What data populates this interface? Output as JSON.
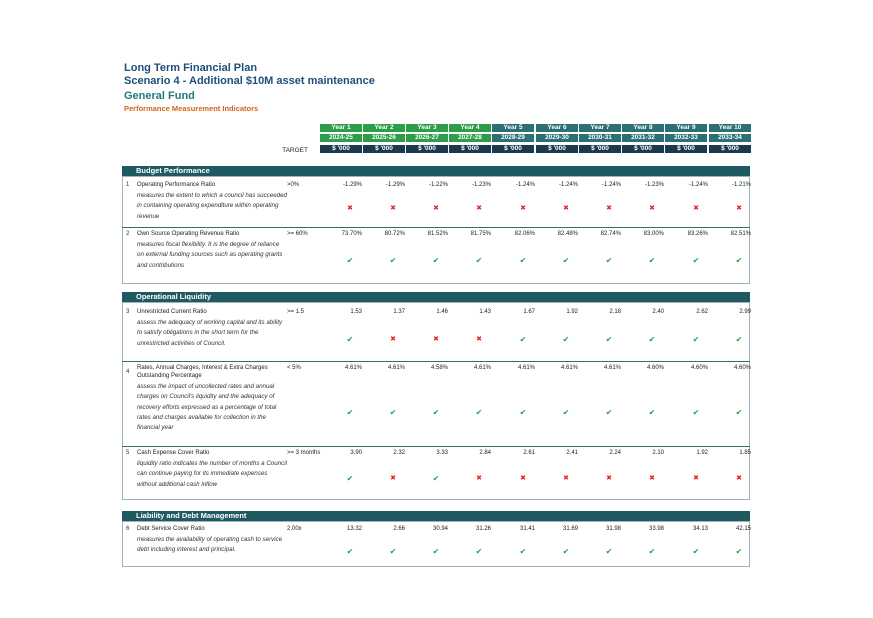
{
  "header": {
    "title": "Long Term Financial Plan",
    "scenario": "Scenario 4 - Additional $10M asset maintenance",
    "fund": "General Fund",
    "subtitle": "Performance Measurement Indicators"
  },
  "columns": {
    "target_label": "TARGET",
    "unit": "$ '000",
    "years": [
      {
        "label": "Year 1",
        "period": "2024-25"
      },
      {
        "label": "Year 2",
        "period": "2025-26"
      },
      {
        "label": "Year 3",
        "period": "2026-27"
      },
      {
        "label": "Year 4",
        "period": "2027-28"
      },
      {
        "label": "Year 5",
        "period": "2028-29"
      },
      {
        "label": "Year 6",
        "period": "2029-30"
      },
      {
        "label": "Year 7",
        "period": "2030-31"
      },
      {
        "label": "Year 8",
        "period": "2031-32"
      },
      {
        "label": "Year 9",
        "period": "2032-33"
      },
      {
        "label": "Year 10",
        "period": "2033-34"
      }
    ]
  },
  "sections": [
    {
      "title": "Budget Performance",
      "rows": [
        {
          "num": "1",
          "name": "Operating Performance Ratio",
          "desc": "measures the extent to which a council has succeeded in containing operating expenditure within operating revenue",
          "target": ">0%",
          "values": [
            "-1.29%",
            "-1.29%",
            "-1.22%",
            "-1.23%",
            "-1.24%",
            "-1.24%",
            "-1.24%",
            "-1.23%",
            "-1.24%",
            "-1.21%"
          ],
          "status": [
            "fail",
            "fail",
            "fail",
            "fail",
            "fail",
            "fail",
            "fail",
            "fail",
            "fail",
            "fail"
          ]
        },
        {
          "num": "2",
          "name": "Own Source Operating Revenue Ratio",
          "desc": "measures fiscal flexibility. It is the degree of reliance on external funding sources such as operating grants and contributions",
          "target": ">= 60%",
          "values": [
            "73.70%",
            "80.72%",
            "81.52%",
            "81.75%",
            "82.06%",
            "82.48%",
            "82.74%",
            "83.00%",
            "83.26%",
            "82.51%"
          ],
          "status": [
            "pass",
            "pass",
            "pass",
            "pass",
            "pass",
            "pass",
            "pass",
            "pass",
            "pass",
            "pass"
          ]
        }
      ]
    },
    {
      "title": "Operational Liquidity",
      "rows": [
        {
          "num": "3",
          "name": "Unrestricted Current Ratio",
          "desc": "assess the adequacy of working capital and its ability to satisfy obligations in the short term for the unrestricted activities of Council.",
          "target": ">= 1.5",
          "values": [
            "1.53",
            "1.37",
            "1.46",
            "1.43",
            "1.67",
            "1.92",
            "2.18",
            "2.40",
            "2.62",
            "2.99"
          ],
          "status": [
            "pass",
            "fail",
            "fail",
            "fail",
            "pass",
            "pass",
            "pass",
            "pass",
            "pass",
            "pass"
          ]
        },
        {
          "num": "4",
          "name": "Rates, Annual Charges, Interest & Extra Charges Outstanding Percentage",
          "desc": "assess the impact of uncollected rates and annual charges on Council's liquidity and the adequacy of recovery efforts expressed as a percentage of total rates and charges available for collection in the financial year",
          "target": "< 5%",
          "values": [
            "4.61%",
            "4.61%",
            "4.58%",
            "4.61%",
            "4.61%",
            "4.61%",
            "4.61%",
            "4.60%",
            "4.60%",
            "4.60%"
          ],
          "status": [
            "pass",
            "pass",
            "pass",
            "pass",
            "pass",
            "pass",
            "pass",
            "pass",
            "pass",
            "pass"
          ]
        },
        {
          "num": "5",
          "name": "Cash Expense Cover Ratio",
          "desc": "liquidity ratio indicates the number of months a Council can continue paying for its immediate expenses without additional cash inflow",
          "target": ">= 3 months",
          "values": [
            "3.90",
            "2.32",
            "3.33",
            "2.84",
            "2.61",
            "2.41",
            "2.24",
            "2.10",
            "1.92",
            "1.85"
          ],
          "status": [
            "pass",
            "fail",
            "pass",
            "fail",
            "fail",
            "fail",
            "fail",
            "fail",
            "fail",
            "fail"
          ]
        }
      ]
    },
    {
      "title": "Liability and Debt Management",
      "rows": [
        {
          "num": "6",
          "name": "Debt Service Cover Ratio",
          "desc": "measures the availability of operating cash to service debt including interest and principal.",
          "target": "2.00x",
          "values": [
            "13.32",
            "2.66",
            "30.94",
            "31.26",
            "31.41",
            "31.69",
            "31.98",
            "33.98",
            "34.13",
            "42.15"
          ],
          "status": [
            "pass",
            "pass",
            "pass",
            "pass",
            "pass",
            "pass",
            "pass",
            "pass",
            "pass",
            "pass"
          ]
        }
      ]
    }
  ],
  "marks": {
    "pass": "✔",
    "fail": "✖"
  },
  "colors": {
    "band": "#1f5961",
    "year_green": "#2e9d49",
    "year_teal": "#2c6f74",
    "unit_row": "#1b3a4f",
    "pass": "#2ea043",
    "fail": "#e5252a"
  }
}
